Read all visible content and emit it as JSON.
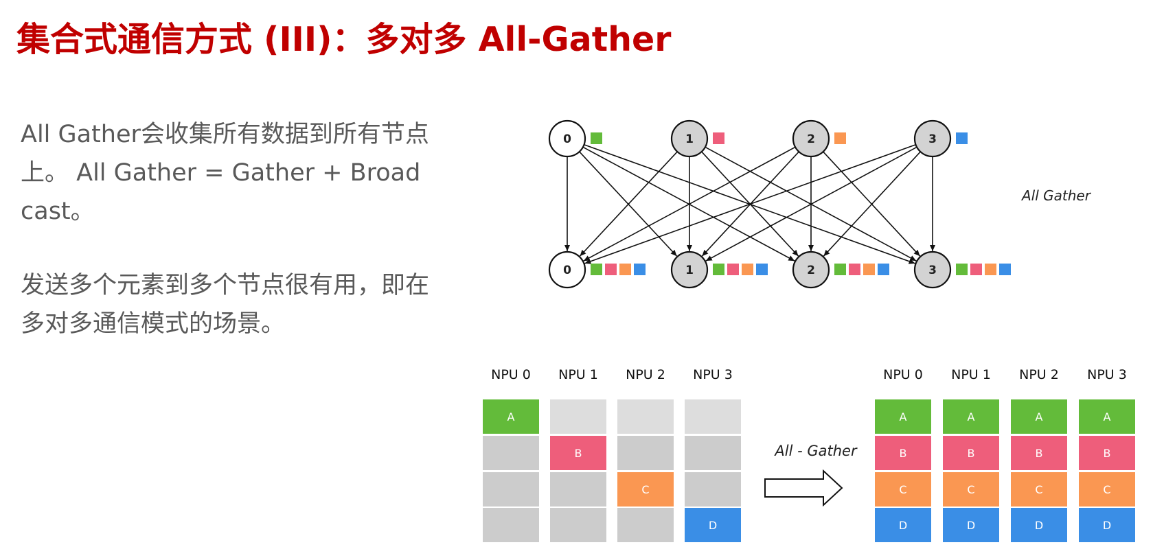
{
  "title": "集合式通信方式 (III)：多对多 All-Gather",
  "description": {
    "paragraph1": "All Gather会收集所有数据到所有节点上。 All Gather = Gather + Broadcast。",
    "paragraph2": "发送多个元素到多个节点很有用，即在多对多通信模式的场景。"
  },
  "graph": {
    "label": "All Gather",
    "top_nodes": [
      "0",
      "1",
      "2",
      "3"
    ],
    "bottom_nodes": [
      "0",
      "1",
      "2",
      "3"
    ],
    "node_fill": [
      "#ffffff",
      "#d3d3d3",
      "#d3d3d3",
      "#d3d3d3"
    ],
    "data_colors": [
      "#63bb3a",
      "#ee5e7b",
      "#fa9752",
      "#3a8ee6"
    ]
  },
  "npu_before": {
    "headers": [
      "NPU 0",
      "NPU 1",
      "NPU 2",
      "NPU 3"
    ],
    "cells": [
      [
        "A",
        "",
        "",
        ""
      ],
      [
        "",
        "B",
        "",
        ""
      ],
      [
        "",
        "",
        "C",
        ""
      ],
      [
        "",
        "",
        "",
        "D"
      ]
    ]
  },
  "arrow_label": "All - Gather",
  "npu_after": {
    "headers": [
      "NPU 0",
      "NPU 1",
      "NPU 2",
      "NPU 3"
    ],
    "cells": [
      [
        "A",
        "A",
        "A",
        "A"
      ],
      [
        "B",
        "B",
        "B",
        "B"
      ],
      [
        "C",
        "C",
        "C",
        "C"
      ],
      [
        "D",
        "D",
        "D",
        "D"
      ]
    ]
  },
  "colors": {
    "title": "#c00000",
    "text": "#595959",
    "A": "#63bb3a",
    "B": "#ee5e7b",
    "C": "#fa9752",
    "D": "#3a8ee6",
    "empty": "#cccccc",
    "empty_light": "#dddddd"
  }
}
